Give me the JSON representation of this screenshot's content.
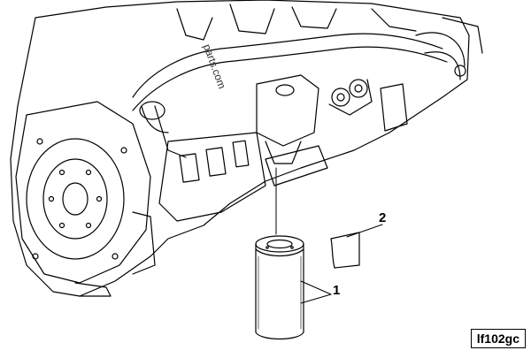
{
  "diagram": {
    "callouts": [
      {
        "id": "1",
        "label": "1"
      },
      {
        "id": "2",
        "label": "2"
      }
    ],
    "reference_code": "lf102gc",
    "watermark": "parts.com"
  },
  "colors": {
    "line": "#000000",
    "background": "#ffffff"
  }
}
